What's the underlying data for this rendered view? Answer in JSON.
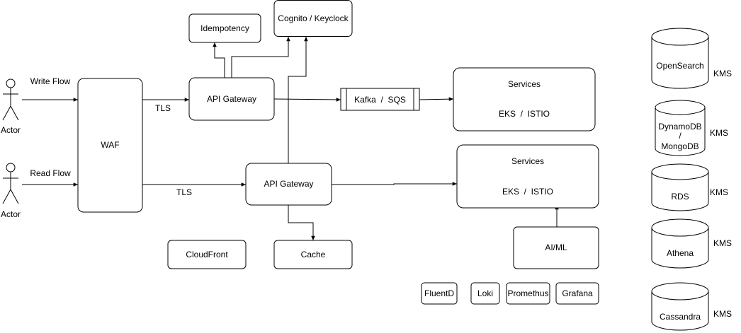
{
  "actors": {
    "write": {
      "label": "Actor",
      "flow_label": "Write Flow"
    },
    "read": {
      "label": "Actor",
      "flow_label": "Read Flow"
    }
  },
  "waf": {
    "label": "WAF"
  },
  "tls_labels": [
    "TLS",
    "TLS"
  ],
  "idempotency": {
    "label": "Idempotency"
  },
  "auth": {
    "label": "Cognito / Keyclock"
  },
  "api_gateway_write": {
    "label": "API Gateway"
  },
  "api_gateway_read": {
    "label": "API Gateway"
  },
  "queue": {
    "label": "Kafka  /  SQS"
  },
  "services_write": {
    "title": "Services",
    "subtitle": "EKS  /  ISTIO"
  },
  "services_read": {
    "title": "Services",
    "subtitle": "EKS  /  ISTIO"
  },
  "cloudfront": {
    "label": "CloudFront"
  },
  "cache": {
    "label": "Cache"
  },
  "aiml": {
    "label": "AI/ML"
  },
  "observability": [
    "FluentD",
    "Loki",
    "Promethus",
    "Grafana"
  ],
  "databases": [
    {
      "lines": [
        "OpenSearch"
      ],
      "kms": "KMS"
    },
    {
      "lines": [
        "DynamoDB",
        "/",
        "MongoDB"
      ],
      "kms": "KMS"
    },
    {
      "lines": [
        "RDS"
      ],
      "kms": "KMS"
    },
    {
      "lines": [
        "Athena"
      ],
      "kms": "KMS"
    },
    {
      "lines": [
        "Cassandra"
      ],
      "kms": "KMS"
    }
  ]
}
